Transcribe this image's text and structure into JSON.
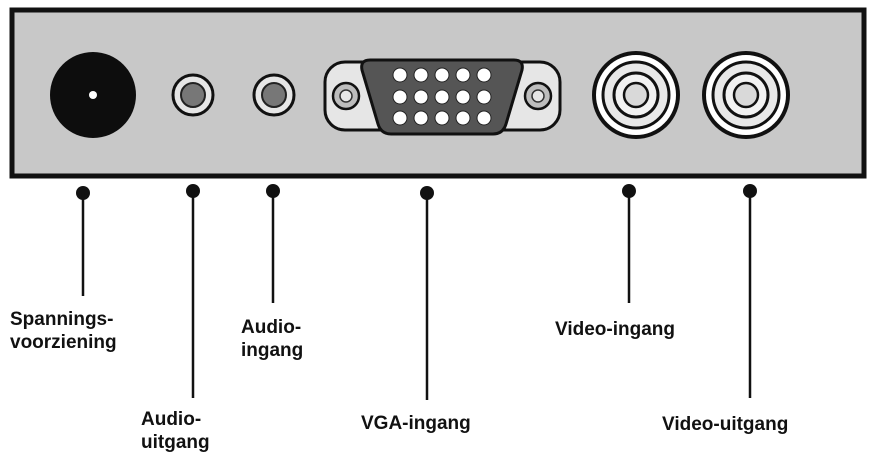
{
  "colors": {
    "panel": "#c8c8c8",
    "outline": "#111111",
    "jack_black": "#0d0d0d",
    "port_light": "#e6e6e6",
    "port_mid": "#a9a9a9"
  },
  "ports": [
    {
      "id": "power",
      "label_lines": [
        "Spannings-",
        "voorziening"
      ],
      "icon": "dc-power-jack-icon"
    },
    {
      "id": "audio_out",
      "label_lines": [
        "Audio-",
        "uitgang"
      ],
      "icon": "audio-jack-icon"
    },
    {
      "id": "audio_in",
      "label_lines": [
        "Audio-",
        "ingang"
      ],
      "icon": "audio-jack-icon"
    },
    {
      "id": "vga_in",
      "label_lines": [
        "VGA-ingang"
      ],
      "icon": "vga-connector-icon"
    },
    {
      "id": "video_in",
      "label_lines": [
        "Video-ingang"
      ],
      "icon": "rca-jack-icon"
    },
    {
      "id": "video_out",
      "label_lines": [
        "Video-uitgang"
      ],
      "icon": "rca-jack-icon"
    }
  ]
}
